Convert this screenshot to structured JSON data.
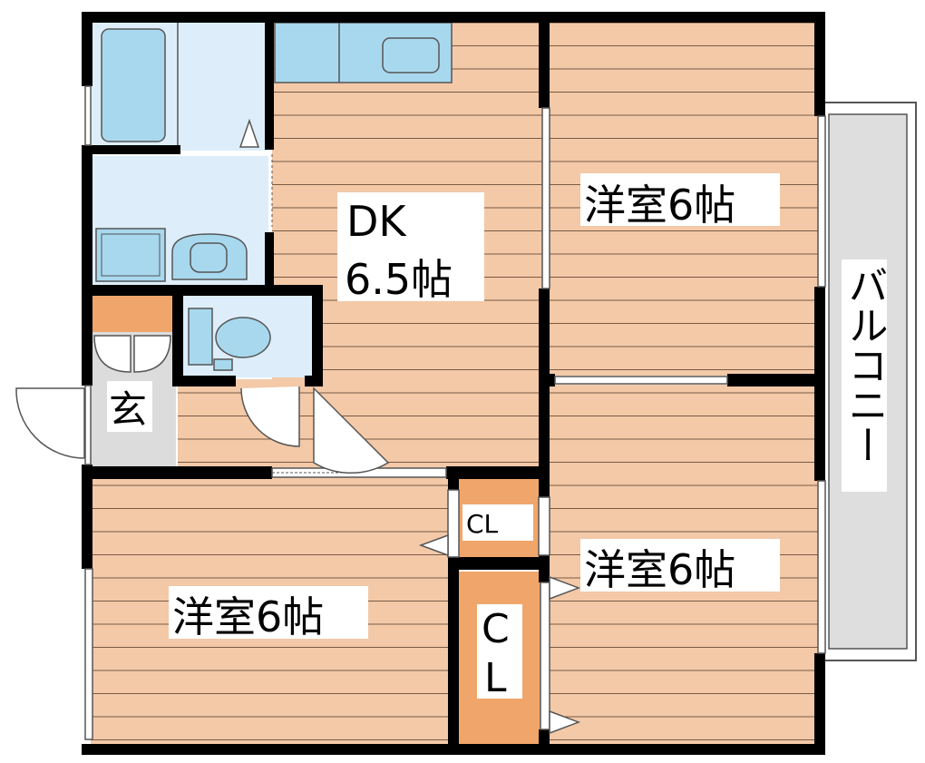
{
  "rooms": {
    "dk_line1": "DK",
    "dk_line2": "6.5帖",
    "western_ne": "洋室6帖",
    "western_se": "洋室6帖",
    "western_sw": "洋室6帖",
    "genkan": "玄",
    "closet_upper": "CL",
    "closet_lower_1": "C",
    "closet_lower_2": "L",
    "balcony": "バルコニー"
  },
  "colors": {
    "wall": "#000000",
    "floor_wood": "#f3c9a8",
    "floor_line": "#7a5a43",
    "wet_area": "#ddeefa",
    "fixture": "#a8d8ee",
    "closet": "#f0a66a",
    "balcony": "#dedede",
    "entrance": "#dcdcdc"
  }
}
